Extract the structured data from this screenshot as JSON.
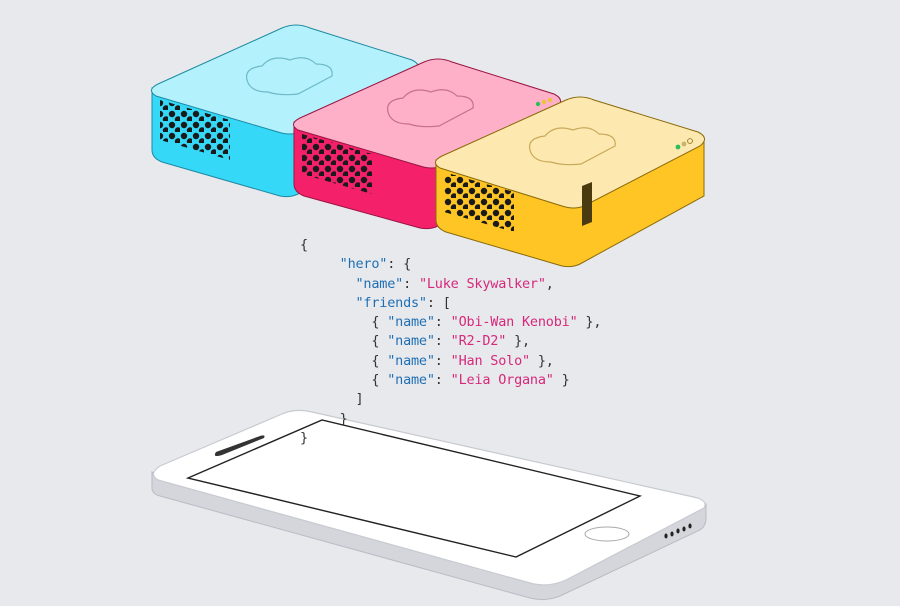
{
  "illustration": {
    "servers": [
      {
        "id": "server-blue",
        "top_color": "#b3f2fc",
        "side_color": "#35d8f7",
        "icon": "cloud-icon"
      },
      {
        "id": "server-pink",
        "top_color": "#fdb0c8",
        "side_color": "#f5206a",
        "icon": "cloud-icon"
      },
      {
        "id": "server-yellow",
        "top_color": "#fde9b0",
        "side_color": "#fec524",
        "icon": "cloud-icon"
      }
    ],
    "device": {
      "id": "phone",
      "body_color": "#ffffff",
      "edge_color": "#d4d6dc"
    }
  },
  "code": {
    "open_brace": "{",
    "hero_key": "\"hero\"",
    "hero_open": ": {",
    "name_key": "\"name\"",
    "name_value": "\"Luke Skywalker\"",
    "friends_key": "\"friends\"",
    "friends_open": ": [",
    "friends": [
      {
        "key": "\"name\"",
        "value": "\"Obi-Wan Kenobi\"",
        "suffix": " },"
      },
      {
        "key": "\"name\"",
        "value": "\"R2-D2\"",
        "suffix": " },"
      },
      {
        "key": "\"name\"",
        "value": "\"Han Solo\"",
        "suffix": " },"
      },
      {
        "key": "\"name\"",
        "value": "\"Leia Organa\"",
        "suffix": " }"
      }
    ],
    "friends_close": "]",
    "hero_close": "}",
    "close_brace": "}"
  },
  "colors": {
    "background": "#e8e9ec",
    "key": "#1f6fb5",
    "string": "#d6297c",
    "punct": "#333333"
  }
}
